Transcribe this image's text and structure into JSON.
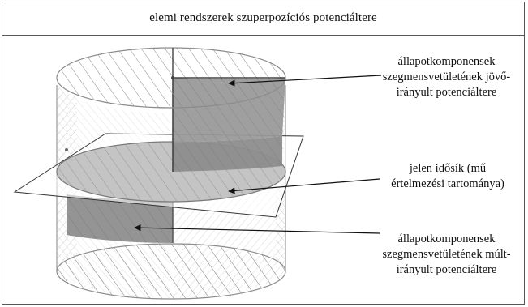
{
  "title": "elemi rendszerek szuperpozíciós potenciáltere",
  "labels": {
    "future": [
      "állapotkomponensek",
      "szegmensvetületének jövő-",
      "irányult potenciáltere"
    ],
    "present": [
      "jelen idősík (mű",
      "értelmezési tartománya)"
    ],
    "past": [
      "állapotkomponensek",
      "szegmensvetületének múlt-",
      "irányult potenciáltere"
    ]
  }
}
